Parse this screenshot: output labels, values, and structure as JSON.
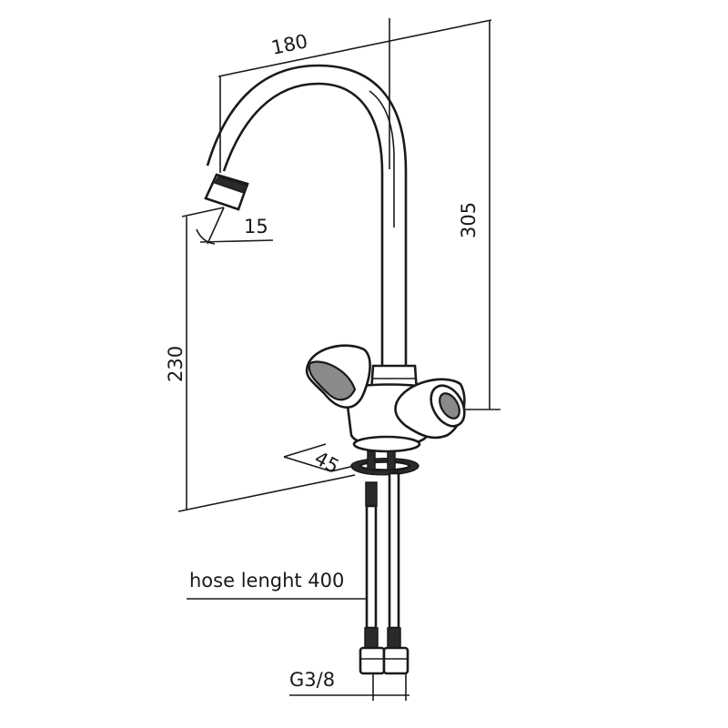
{
  "dimensions": {
    "spout_reach": "180",
    "total_height": "305",
    "aerator_angle": "15",
    "spout_height": "230",
    "base_diameter": "45"
  },
  "labels": {
    "hose_length": "hose lenght 400",
    "thread": "G3/8"
  },
  "colors": {
    "line": "#1a1a1a",
    "shade": "#8a8a8a"
  }
}
